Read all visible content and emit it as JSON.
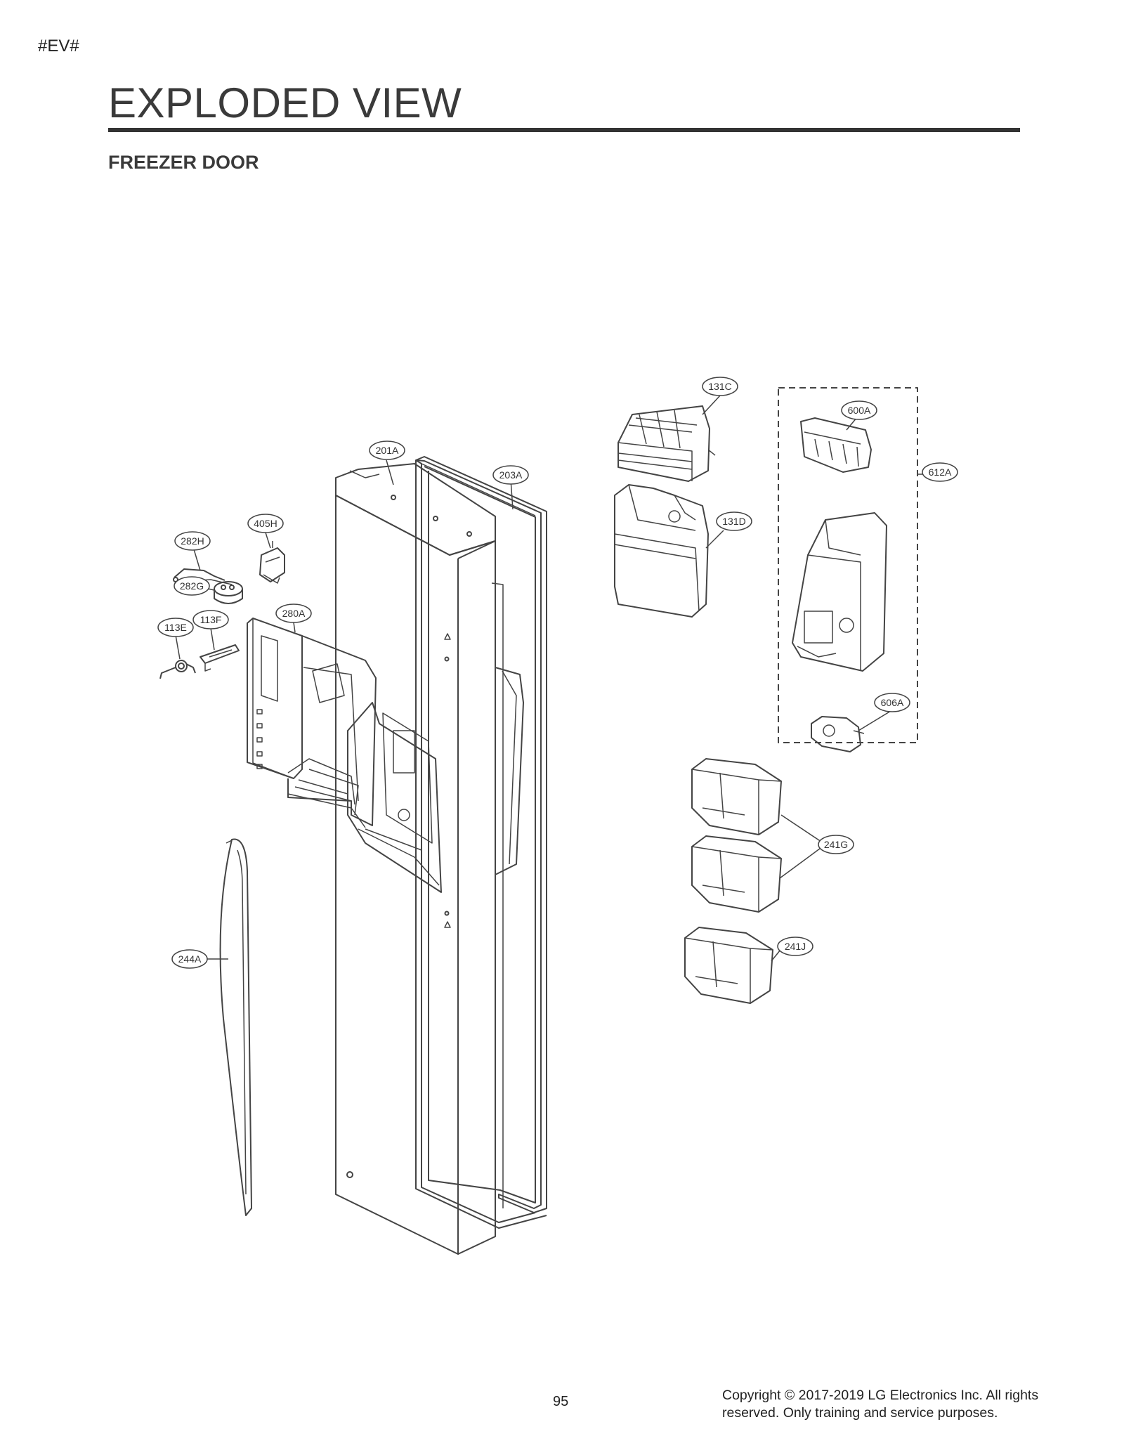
{
  "header": {
    "tag": "#EV#",
    "title": "EXPLODED VIEW",
    "subtitle": "FREEZER DOOR"
  },
  "callouts": [
    {
      "id": "131C",
      "label": "131C"
    },
    {
      "id": "600A",
      "label": "600A"
    },
    {
      "id": "612A",
      "label": "612A"
    },
    {
      "id": "201A",
      "label": "201A"
    },
    {
      "id": "203A",
      "label": "203A"
    },
    {
      "id": "131D",
      "label": "131D"
    },
    {
      "id": "405H",
      "label": "405H"
    },
    {
      "id": "282H",
      "label": "282H"
    },
    {
      "id": "282G",
      "label": "282G"
    },
    {
      "id": "280A",
      "label": "280A"
    },
    {
      "id": "113E",
      "label": "113E"
    },
    {
      "id": "113F",
      "label": "113F"
    },
    {
      "id": "606A",
      "label": "606A"
    },
    {
      "id": "241G",
      "label": "241G"
    },
    {
      "id": "241J",
      "label": "241J"
    },
    {
      "id": "244A",
      "label": "244A"
    }
  ],
  "footer": {
    "page_number": "95",
    "copyright": "Copyright © 2017-2019 LG Electronics Inc. All rights reserved. Only training and service purposes."
  }
}
